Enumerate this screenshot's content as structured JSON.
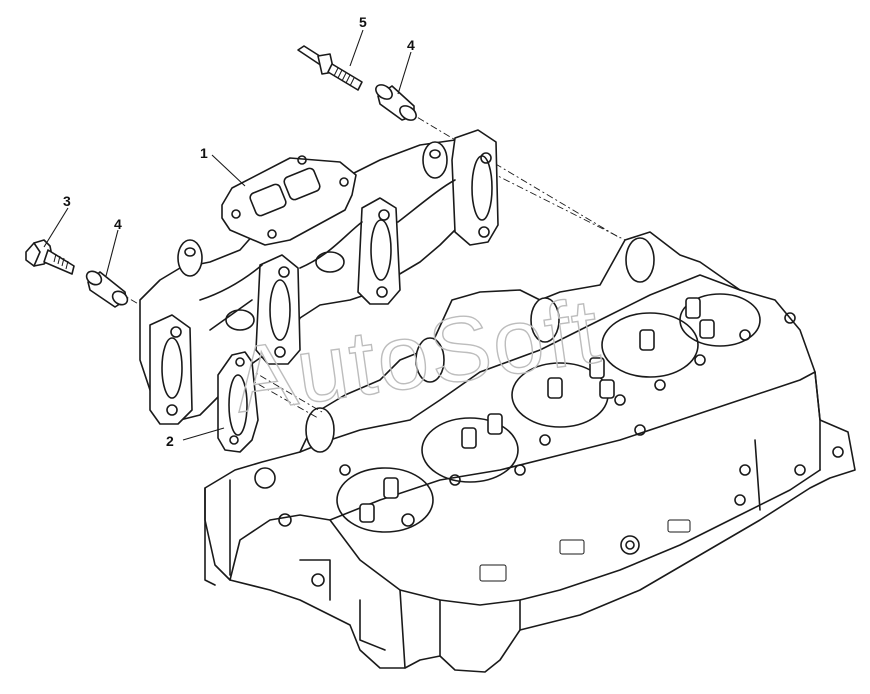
{
  "callouts": {
    "c1": "1",
    "c2": "2",
    "c3": "3",
    "c4a": "4",
    "c4b": "4",
    "c5": "5"
  },
  "watermark": "AutoSoft",
  "colors": {
    "line": "#1a1a1a",
    "background": "#ffffff",
    "watermark": "#bdbdbd"
  }
}
